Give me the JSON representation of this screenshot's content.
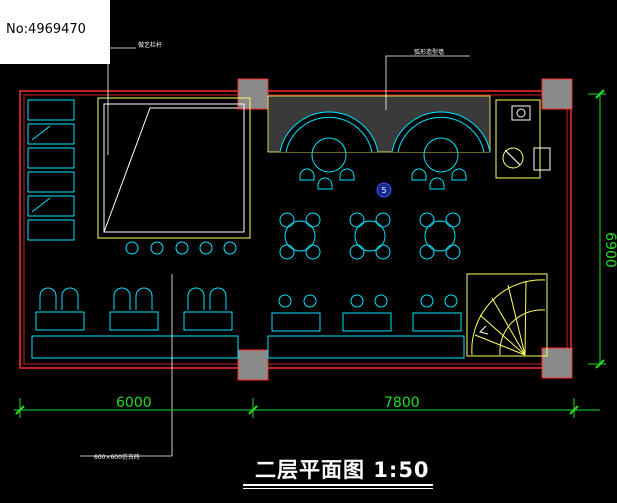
{
  "image_id_label": "No:4969470",
  "title": "二层平面图 1:50",
  "annotations": {
    "left_top": "做艺栏杆",
    "right_top": "弧形造型墙",
    "bottom_left": "600×600仿古砖",
    "center_marker": "5"
  },
  "dimensions": {
    "left_width": "6000",
    "right_width": "7800",
    "height": "6900"
  },
  "colors": {
    "background": "#000000",
    "wall": "#ff2a2a",
    "column_fill": "#8a8a8a",
    "furniture": "#00e5ff",
    "wall_detail": "#ffff66",
    "dimension": "#22dd22",
    "text_white": "#ffffff"
  }
}
